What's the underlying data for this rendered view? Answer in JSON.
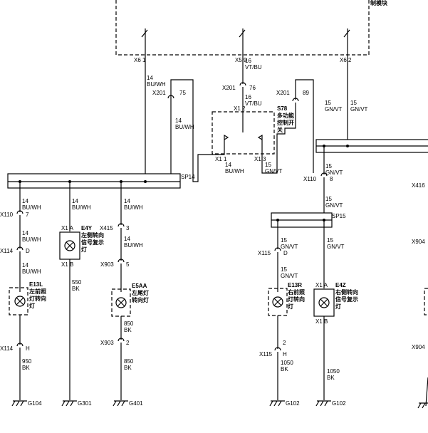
{
  "header_fragment": "制模块",
  "connectors": {
    "x6_1": "X6 1",
    "x5_9": "X5 9",
    "x6_2": "X6 2",
    "x201_75": "X201",
    "x201_75n": "75",
    "x201_76": "X201",
    "x201_76n": "76",
    "x201_89": "X201",
    "x201_89n": "89",
    "x1_2": "X1 2",
    "x1_1": "X1 1",
    "x1_3": "X1 3",
    "x110_7": "X110",
    "x110_7n": "7",
    "x110_8": "X110",
    "x110_8n": "8",
    "x114_d": "X114",
    "x114_dn": "D",
    "x114_h": "X114",
    "x114_hn": "H",
    "x415_3": "X415",
    "x415_3n": "3",
    "x903_5": "X903",
    "x903_5n": "5",
    "x903_2": "X903",
    "x903_2n": "2",
    "x115_d": "X115",
    "x115_dn": "D",
    "x115_h": "X115",
    "x115_hn": "H",
    "x115_2": "2",
    "x416": "X416",
    "x904a": "X904",
    "x904b": "X904",
    "e4y_a": "X1 A",
    "e4y_b": "X1 B",
    "e4z_a": "X1 A",
    "e4z_b": "X1 B"
  },
  "wires": {
    "w14_buwh": "14",
    "w14_buwh_c": "BU/WH",
    "w16": "16",
    "w16_c": "VT/BU",
    "w15": "15",
    "w15_c": "GN/VT",
    "w550": "550",
    "w550_c": "BK",
    "w850": "850",
    "w850_c": "BK",
    "w950": "950",
    "w950_c": "BK",
    "w1050": "1050",
    "w1050_c": "BK"
  },
  "splices": {
    "sp14": "SP14",
    "sp15": "SP15"
  },
  "components": {
    "s78_id": "S78",
    "s78_l1": "多功能",
    "s78_l2": "控制开",
    "s78_l3": "关",
    "e13l_id": "E13L",
    "e13l_l1": "左前照",
    "e13l_l2": "灯转向",
    "e13l_l3": "灯",
    "e4y_id": "E4Y",
    "e4y_l1": "左侧转向",
    "e4y_l2": "信号复示",
    "e4y_l3": "灯",
    "e5aa_id": "E5AA",
    "e5aa_l1": "左尾灯",
    "e5aa_l2": "转向灯",
    "e13r_id": "E13R",
    "e13r_l1": "右前照",
    "e13r_l2": "灯转向",
    "e13r_l3": "灯",
    "e4z_id": "E4Z",
    "e4z_l1": "右侧转向",
    "e4z_l2": "信号复示",
    "e4z_l3": "灯"
  },
  "grounds": {
    "g104": "G104",
    "g301": "G301",
    "g401": "G401",
    "g102a": "G102",
    "g102b": "G102"
  }
}
